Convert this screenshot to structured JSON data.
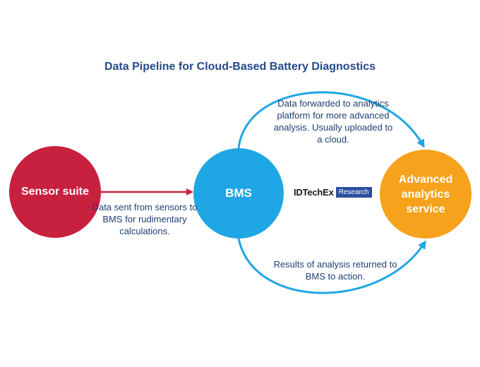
{
  "title": "Data Pipeline for Cloud-Based Battery Diagnostics",
  "nodes": {
    "sensor": "Sensor suite",
    "bms": "BMS",
    "analytics": "Advanced analytics service"
  },
  "edges": {
    "sensor_to_bms": "Data sent from sensors to BMS for rudimentary calculations.",
    "bms_to_analytics": "Data forwarded to analytics platform for more advanced analysis. Usually uploaded to a cloud.",
    "analytics_to_bms": "Results of analysis returned to BMS to action."
  },
  "logo": {
    "name": "IDTechEx",
    "tag": "Research"
  },
  "colors": {
    "sensor": "#c8203f",
    "bms": "#1fa6e4",
    "analytics": "#f6a21c",
    "title": "#244a8c"
  }
}
